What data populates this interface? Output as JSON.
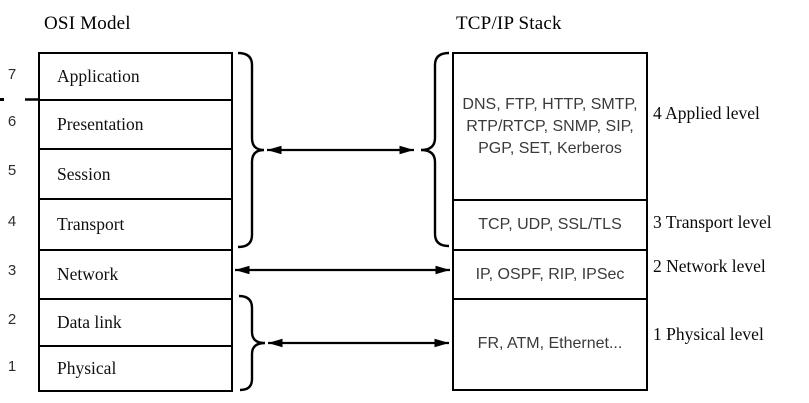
{
  "colors": {
    "background": "#ffffff",
    "line": "#000000",
    "box_border": "#000000",
    "label_text": "#101010",
    "protocol_text": "#3a3a3a"
  },
  "osi": {
    "title": "OSI Model",
    "layers": [
      {
        "num": "7",
        "label": "Application"
      },
      {
        "num": "6",
        "label": "Presentation"
      },
      {
        "num": "5",
        "label": "Session"
      },
      {
        "num": "4",
        "label": "Transport"
      },
      {
        "num": "3",
        "label": "Network"
      },
      {
        "num": "2",
        "label": "Data link"
      },
      {
        "num": "1",
        "label": "Physical"
      }
    ]
  },
  "tcpip": {
    "title": "TCP/IP Stack",
    "levels": [
      {
        "protocols": "DNS, FTP, HTTP, SMTP,\nRTP/RTCP, SNMP, SIP,\nPGP, SET, Kerberos",
        "label": "4 Applied level"
      },
      {
        "protocols": "TCP, UDP, SSL/TLS",
        "label": "3 Transport level"
      },
      {
        "protocols": "IP, OSPF, RIP, IPSec",
        "label": "2 Network level"
      },
      {
        "protocols": "FR, ATM, Ethernet...",
        "label": "1 Physical level"
      }
    ]
  },
  "connectors": {
    "upper_left_brace": "curly-brace-right",
    "upper_right_brace": "curly-brace-left",
    "lower_left_brace": "curly-brace-right",
    "arrow_glyph": "double-headed-arrow"
  }
}
